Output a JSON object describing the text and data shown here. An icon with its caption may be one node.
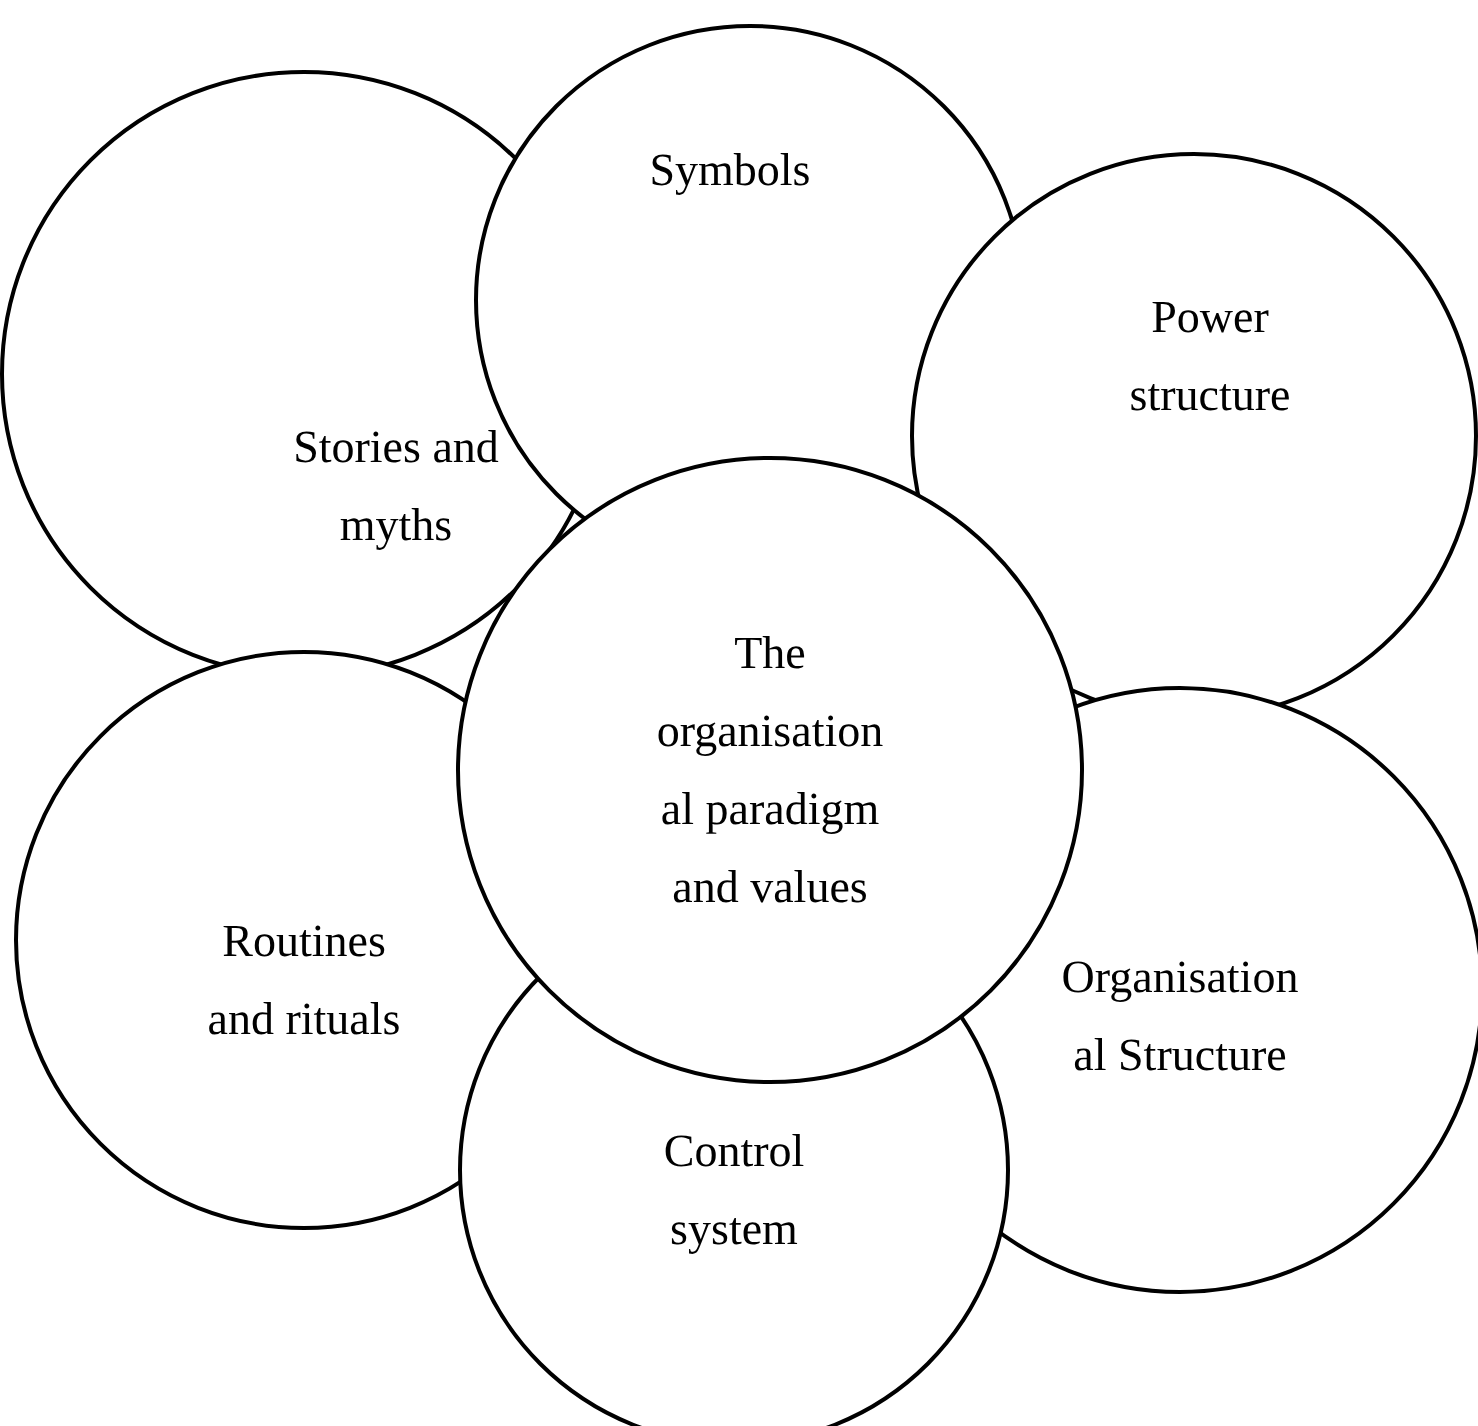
{
  "diagram": {
    "nodes": [
      {
        "text": [
          "Symbols"
        ]
      },
      {
        "text": [
          "Power structure"
        ]
      },
      {
        "text": [
          "Stories and myths"
        ]
      },
      {
        "text": [
          "The organisation al paradigm and values"
        ]
      },
      {
        "text": [
          "Routines and rituals"
        ]
      },
      {
        "text": [
          "Organisation al Structure"
        ]
      },
      {
        "text": [
          "Control system"
        ]
      }
    ]
  }
}
